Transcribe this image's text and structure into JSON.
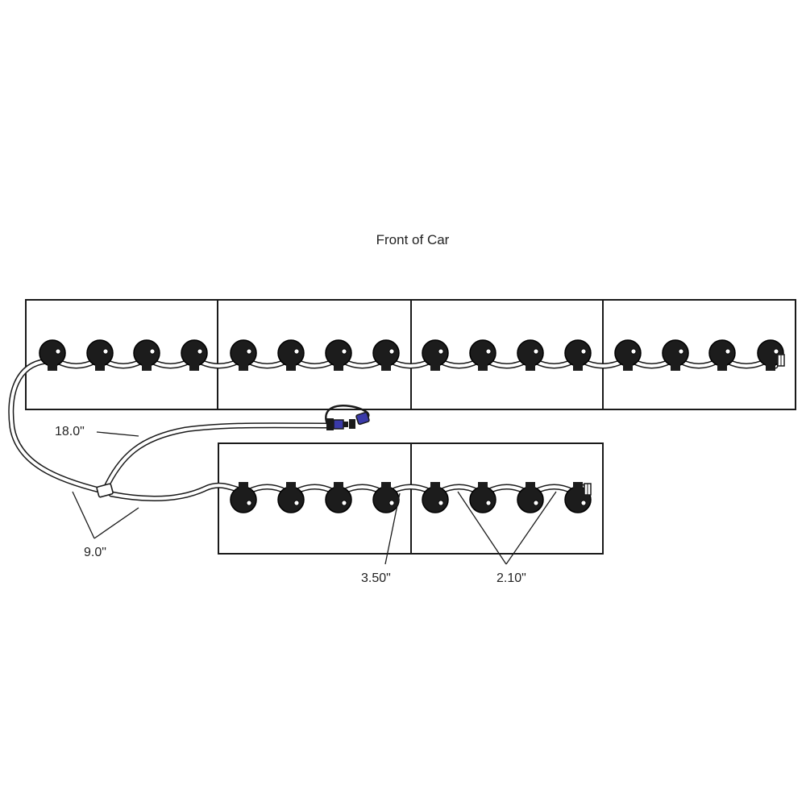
{
  "title": "Front of Car",
  "dimensions": {
    "hose_to_connector": "18.0\"",
    "tee_legs": "9.0\"",
    "cell_to_cell": "3.50\"",
    "cap_spacing": "2.10\""
  },
  "rows": [
    {
      "cells": 4,
      "caps_per_cell": 4
    },
    {
      "cells": 2,
      "caps_per_cell": 4
    }
  ],
  "colors": {
    "line": "#1a1a1a",
    "cap": "#1c1c1c",
    "connector": "#3a3aa8"
  },
  "icons": [
    "watering-cap-icon",
    "tee-fitting-icon",
    "quick-connector-icon",
    "end-plug-icon"
  ]
}
